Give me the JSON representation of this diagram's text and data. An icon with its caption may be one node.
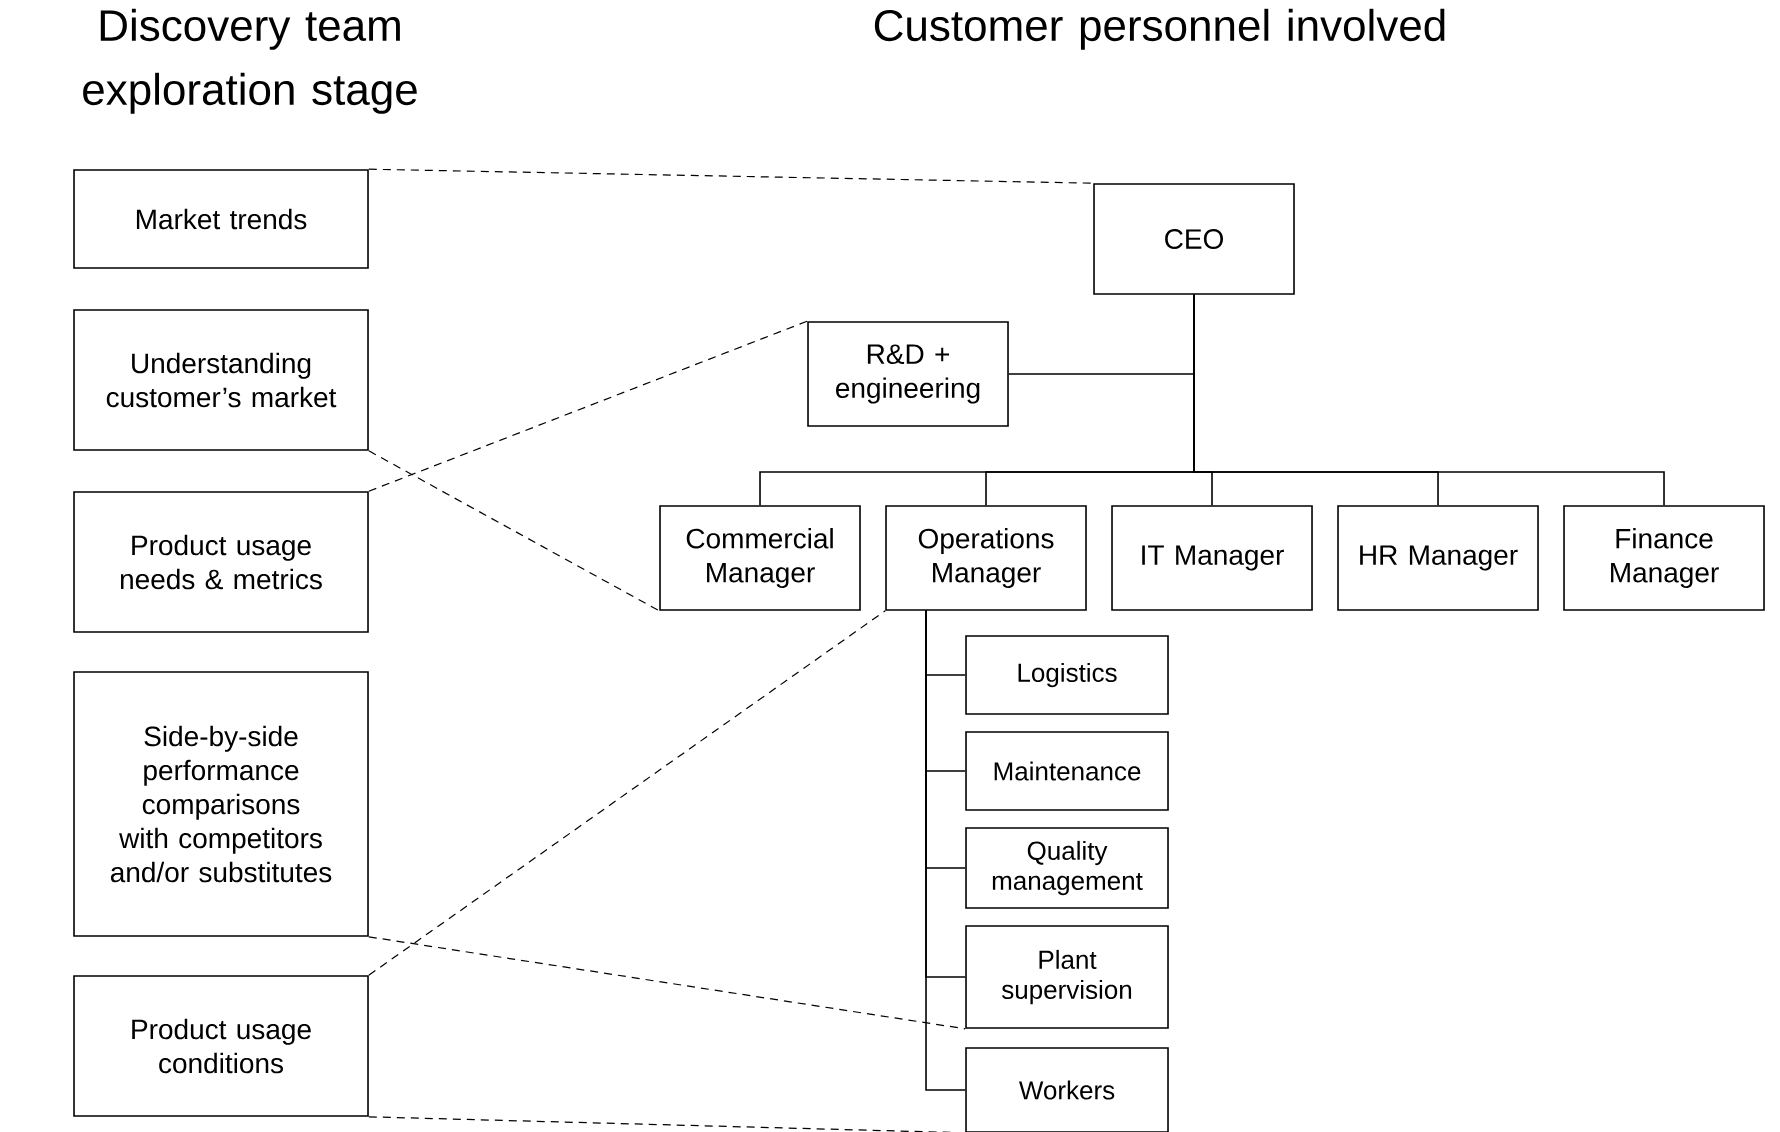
{
  "diagram": {
    "nodes": [
      {
        "text": [
          "Market trends"
        ]
      },
      {
        "text": [
          "Understanding customer’s market"
        ]
      },
      {
        "text": [
          "Product usage needs & metrics"
        ]
      },
      {
        "text": [
          "Side-by-side performance comparisons with competitors and/or substitutes"
        ]
      },
      {
        "text": [
          "Product usage conditions"
        ]
      },
      {
        "text": [
          "CEO"
        ]
      },
      {
        "text": [
          "R&D + engineering"
        ]
      },
      {
        "text": [
          "Commercial Manager"
        ]
      },
      {
        "text": [
          "Operations Manager"
        ]
      },
      {
        "text": [
          "IT Manager"
        ]
      },
      {
        "text": [
          "HR Manager"
        ]
      },
      {
        "text": [
          "Finance Manager"
        ]
      },
      {
        "text": [
          "Logistics"
        ]
      },
      {
        "text": [
          "Maintenance"
        ]
      },
      {
        "text": [
          "Quality management"
        ]
      },
      {
        "text": [
          "Plant supervision"
        ]
      },
      {
        "text": [
          "Workers"
        ]
      }
    ],
    "edges": [
      {
        "from": 5,
        "to": 6,
        "arrow": "none"
      },
      {
        "from": 5,
        "to": 7,
        "arrow": "none"
      },
      {
        "from": 5,
        "to": 8,
        "arrow": "none"
      },
      {
        "from": 5,
        "to": 9,
        "arrow": "none"
      },
      {
        "from": 5,
        "to": 10,
        "arrow": "none"
      },
      {
        "from": 5,
        "to": 11,
        "arrow": "none"
      },
      {
        "from": 8,
        "to": 12,
        "arrow": "none"
      },
      {
        "from": 8,
        "to": 13,
        "arrow": "none"
      },
      {
        "from": 8,
        "to": 14,
        "arrow": "none"
      },
      {
        "from": 8,
        "to": 15,
        "arrow": "none"
      },
      {
        "from": 8,
        "to": 16,
        "arrow": "none"
      },
      {
        "from": 0,
        "to": 5,
        "arrow": "none",
        "style": "dashed"
      },
      {
        "from": 1,
        "to": 7,
        "arrow": "none",
        "style": "dashed"
      },
      {
        "from": 2,
        "to": 6,
        "arrow": "none",
        "style": "dashed"
      },
      {
        "from": 3,
        "to": 15,
        "arrow": "none",
        "style": "dashed"
      },
      {
        "from": 4,
        "to": 8,
        "arrow": "none",
        "style": "dashed"
      },
      {
        "from": 4,
        "to": 16,
        "arrow": "none",
        "style": "dashed"
      }
    ],
    "labels": [
      "Discovery team exploration stage",
      "Customer personnel involved"
    ]
  }
}
